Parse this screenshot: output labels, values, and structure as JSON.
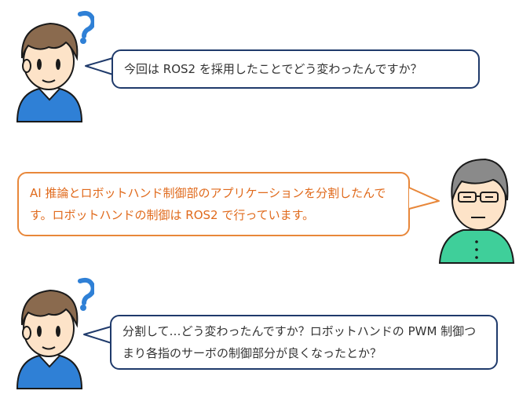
{
  "dialogue": [
    {
      "speaker": "interviewer",
      "text": "今回は ROS2 を採用したことでどう変わったんですか？"
    },
    {
      "speaker": "engineer",
      "text": "AI 推論とロボットハンド制御部のアプリケーションを分割したんです。ロボットハンドの制御は ROS2 で行っています。"
    },
    {
      "speaker": "interviewer",
      "text": "分割して…どう変わったんですか？ロボットハンドの PWM 制御つまり各指のサーボの制御部分が良くなったとか？"
    }
  ],
  "icons": {
    "question": "question-mark-icon"
  },
  "colors": {
    "interviewer_border": "#1f3a6b",
    "engineer_border": "#e8873a",
    "engineer_text": "#e06a1c",
    "interviewer_shirt": "#2f80d6",
    "engineer_shirt": "#3fcf9a"
  }
}
